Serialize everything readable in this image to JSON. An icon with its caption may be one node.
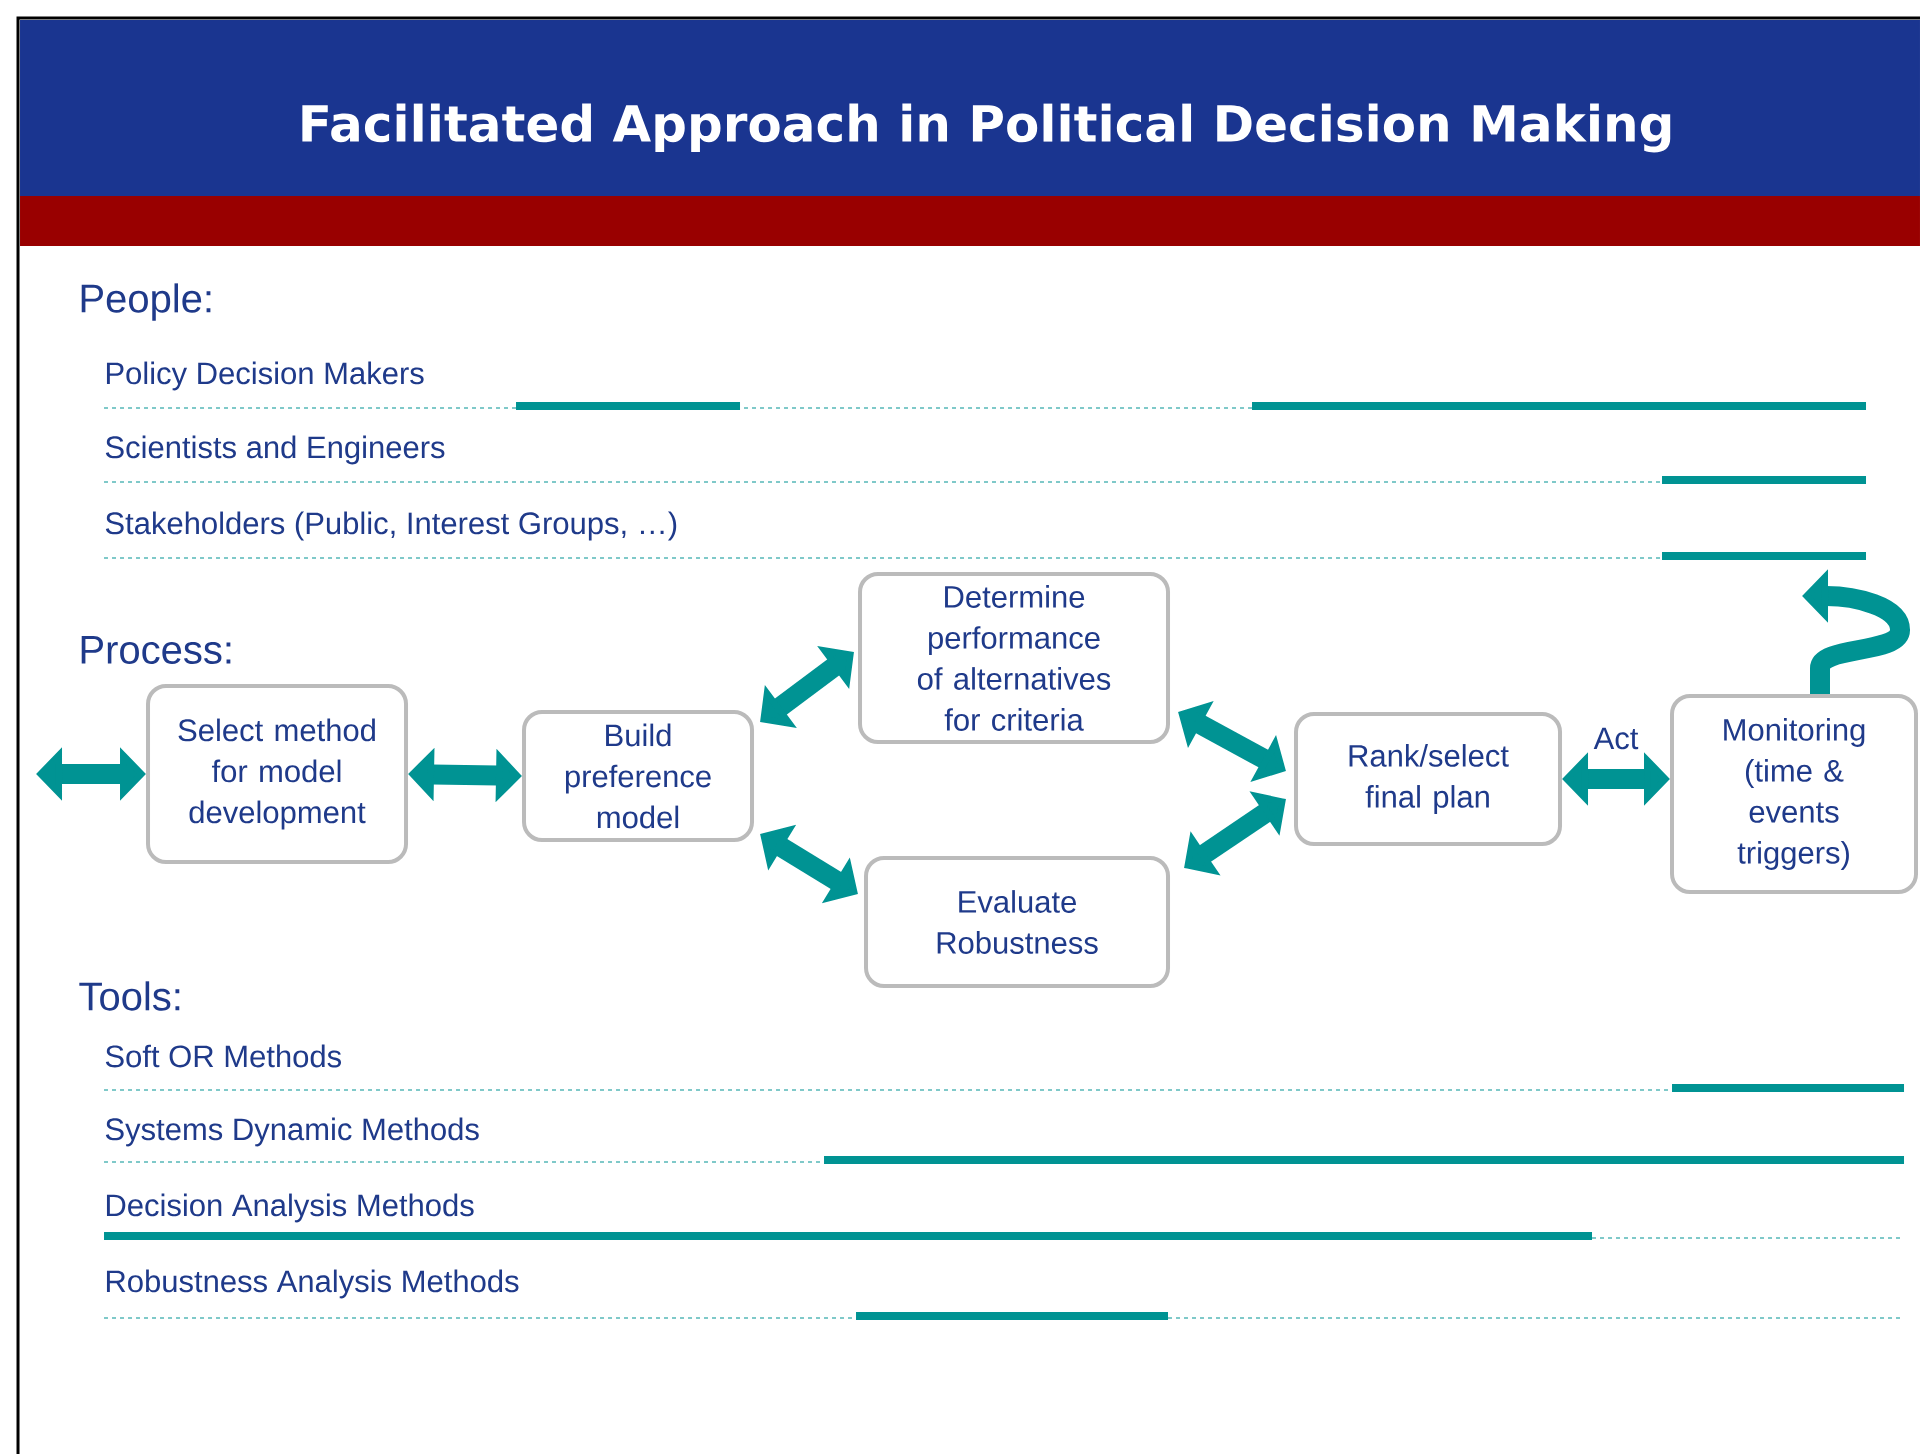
{
  "diagram": {
    "title": "Facilitated Approach in Political Decision Making",
    "nodes": [
      {
        "text": [
          "Select method for model development"
        ]
      },
      {
        "text": [
          "Build preference model"
        ]
      },
      {
        "text": [
          "Determine performance of alternatives for criteria"
        ]
      },
      {
        "text": [
          "Evaluate Robustness"
        ]
      },
      {
        "text": [
          "Rank/select final plan"
        ]
      },
      {
        "text": [
          "Monitoring (time & events triggers)"
        ]
      }
    ],
    "edges": [
      {
        "from": null,
        "to": 0,
        "arrow": "both"
      },
      {
        "from": 0,
        "to": 1,
        "arrow": "both"
      },
      {
        "from": 1,
        "to": 2,
        "arrow": "both"
      },
      {
        "from": 1,
        "to": 3,
        "arrow": "both"
      },
      {
        "from": 2,
        "to": 4,
        "arrow": "both"
      },
      {
        "from": 3,
        "to": 4,
        "arrow": "both"
      },
      {
        "from": 4,
        "to": 5,
        "arrow": "both",
        "label": "Act"
      },
      {
        "from": 5,
        "to": null,
        "arrow": "to"
      }
    ],
    "labels": [
      "People:",
      "Policy Decision Makers",
      "Scientists and Engineers",
      "Stakeholders (Public, Interest Groups, …)",
      "Process:",
      "Tools:",
      "Soft OR Methods",
      "Systems Dynamic Methods",
      "Decision Analysis Methods",
      "Robustness Analysis Methods"
    ]
  }
}
